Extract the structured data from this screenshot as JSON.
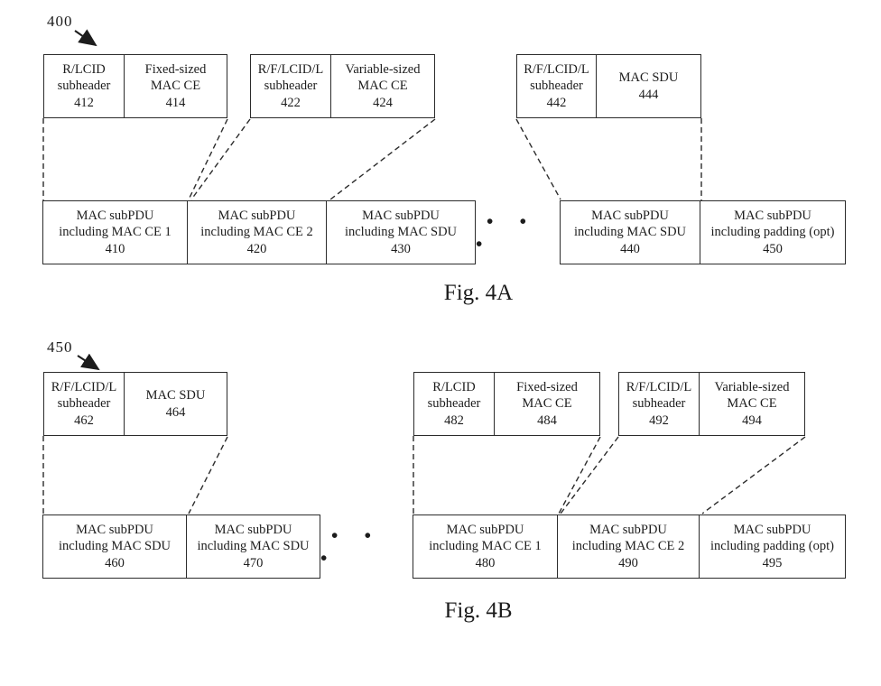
{
  "figures": [
    {
      "ref_label": "400",
      "caption": "Fig. 4A",
      "ellipsis": "• • •",
      "header_groups": [
        {
          "cells": [
            {
              "l1": "R/LCID",
              "l2": "subheader",
              "num": "412"
            },
            {
              "l1": "Fixed-sized",
              "l2": "MAC CE",
              "num": "414"
            }
          ]
        },
        {
          "cells": [
            {
              "l1": "R/F/LCID/L",
              "l2": "subheader",
              "num": "422"
            },
            {
              "l1": "Variable-sized",
              "l2": "MAC CE",
              "num": "424"
            }
          ]
        },
        {
          "cells": [
            {
              "l1": "R/F/LCID/L",
              "l2": "subheader",
              "num": "442"
            },
            {
              "l1": "MAC SDU",
              "num": "444"
            }
          ]
        }
      ],
      "subpdu_runs": [
        [
          {
            "l1": "MAC subPDU",
            "l2": "including MAC CE 1",
            "num": "410"
          },
          {
            "l1": "MAC subPDU",
            "l2": "including MAC CE 2",
            "num": "420"
          },
          {
            "l1": "MAC subPDU",
            "l2": "including MAC SDU",
            "num": "430"
          }
        ],
        [
          {
            "l1": "MAC subPDU",
            "l2": "including MAC SDU",
            "num": "440"
          },
          {
            "l1": "MAC subPDU",
            "l2": "including padding (opt)",
            "num": "450"
          }
        ]
      ]
    },
    {
      "ref_label": "450",
      "caption": "Fig. 4B",
      "ellipsis": "• • •",
      "header_groups": [
        {
          "cells": [
            {
              "l1": "R/F/LCID/L",
              "l2": "subheader",
              "num": "462"
            },
            {
              "l1": "MAC SDU",
              "num": "464"
            }
          ]
        },
        {
          "cells": [
            {
              "l1": "R/LCID",
              "l2": "subheader",
              "num": "482"
            },
            {
              "l1": "Fixed-sized",
              "l2": "MAC CE",
              "num": "484"
            }
          ]
        },
        {
          "cells": [
            {
              "l1": "R/F/LCID/L",
              "l2": "subheader",
              "num": "492"
            },
            {
              "l1": "Variable-sized",
              "l2": "MAC CE",
              "num": "494"
            }
          ]
        }
      ],
      "subpdu_runs": [
        [
          {
            "l1": "MAC subPDU",
            "l2": "including MAC SDU",
            "num": "460"
          },
          {
            "l1": "MAC subPDU",
            "l2": "including MAC SDU",
            "num": "470"
          }
        ],
        [
          {
            "l1": "MAC subPDU",
            "l2": "including MAC CE 1",
            "num": "480"
          },
          {
            "l1": "MAC subPDU",
            "l2": "including MAC CE 2",
            "num": "490"
          },
          {
            "l1": "MAC subPDU",
            "l2": "including padding (opt)",
            "num": "495"
          }
        ]
      ]
    }
  ]
}
